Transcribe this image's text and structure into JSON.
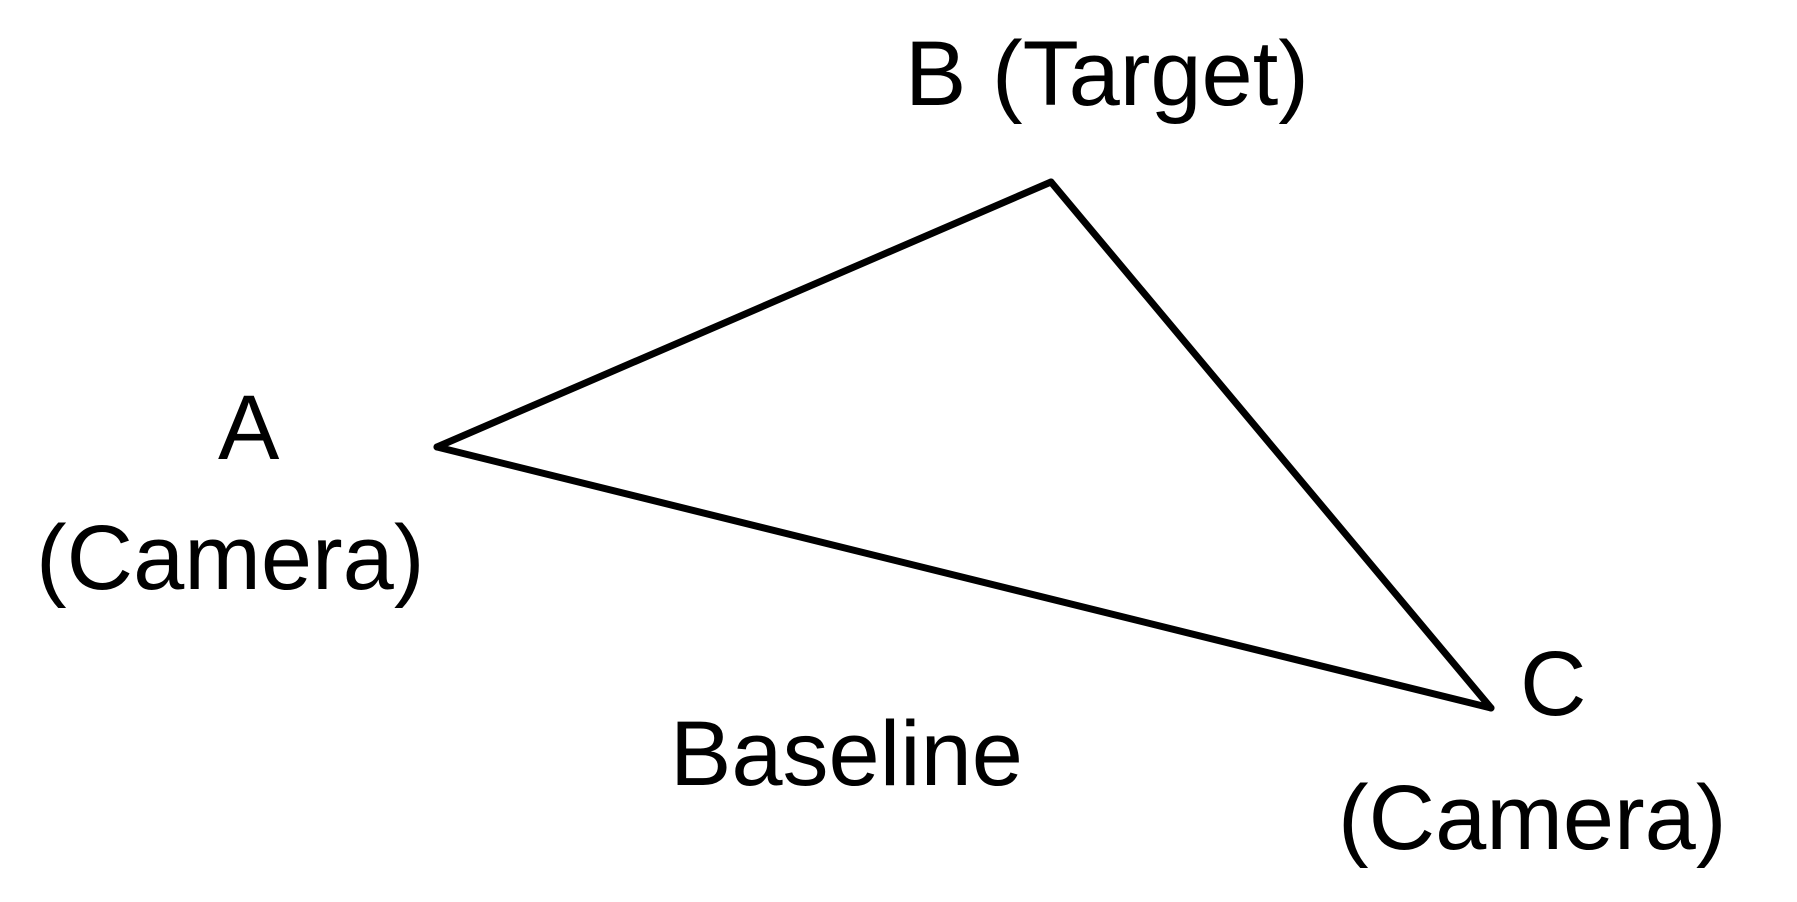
{
  "diagram": {
    "nodes": {
      "a": {
        "letter": "A",
        "role": "(Camera)"
      },
      "b": {
        "letter": "B",
        "role": "(Target)"
      },
      "c": {
        "letter": "C",
        "role": "(Camera)"
      }
    },
    "baseline_label": "Baseline",
    "stroke_color": "#000000",
    "background_color": "#ffffff"
  }
}
